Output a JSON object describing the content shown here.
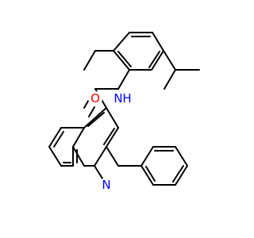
{
  "molecule": {
    "atoms": {
      "oxygen": {
        "symbol": "O",
        "color": "#ff0000"
      },
      "amide_nitrogen": {
        "symbol": "N",
        "h": "H",
        "color": "#0000ff"
      },
      "ring_nitrogen": {
        "symbol": "N",
        "color": "#0000ff"
      }
    },
    "bond_color": "#000000"
  }
}
